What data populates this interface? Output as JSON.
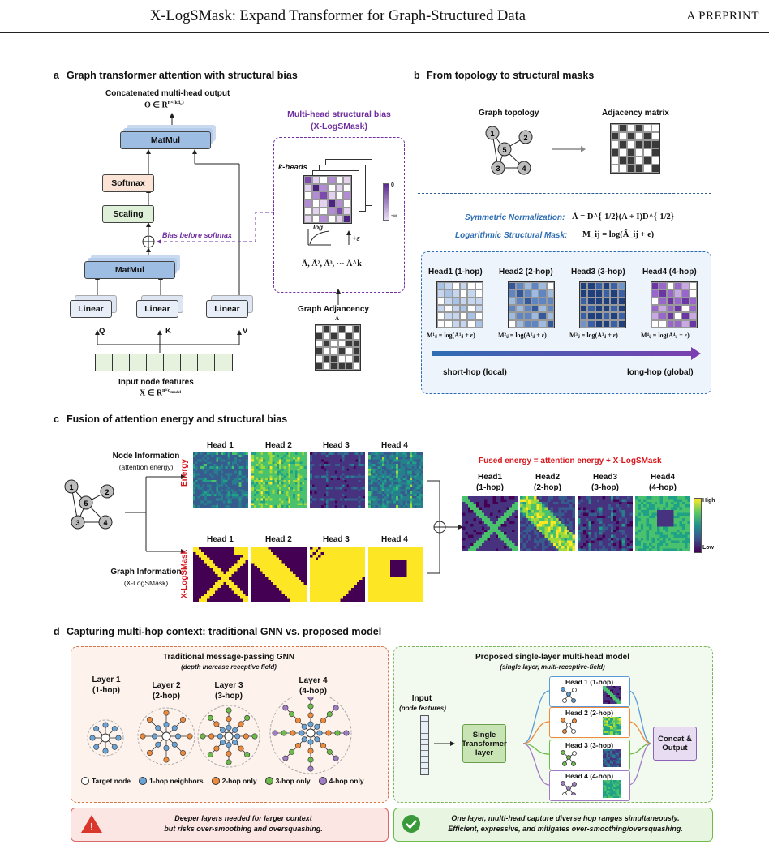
{
  "header": {
    "title": "X-LogSMask: Expand Transformer for Graph-Structured Data",
    "right": "A PREPRINT"
  },
  "panel_a": {
    "label": "a",
    "title": "Graph transformer attention with structural bias",
    "output_title": "Concatenated multi-head output",
    "output_formula": "O ∈ R",
    "output_sup": "n×(kd",
    "output_sup2": "v",
    "output_sup3": ")",
    "matmul_top": "MatMul",
    "softmax": "Softmax",
    "scaling": "Scaling",
    "matmul_bottom": "MatMul",
    "linear": "Linear",
    "q": "Q",
    "k": "K",
    "v": "V",
    "input_title": "Input node features",
    "input_formula": "X ∈ R",
    "input_sup": "n×d",
    "input_sup2": "model",
    "bias_title1": "Multi-head structural bias",
    "bias_title2": "(X-LogSMask)",
    "k_heads": "k-heads",
    "bias_note": "Bias before softmax",
    "log": "log",
    "eps": "+ε",
    "colorbar_top": "0",
    "colorbar_bottom": "-∞",
    "powers": "Ã, Ã², Ã³, ⋯ Ã^k",
    "adj_title": "Graph Adjancency",
    "adj_sym": "A"
  },
  "panel_b": {
    "label": "b",
    "title": "From topology to structural masks",
    "topology": "Graph topology",
    "adjacency": "Adjacency matrix",
    "nodes": [
      "1",
      "2",
      "5",
      "3",
      "4"
    ],
    "sym_norm_label": "Symmetric Normalization:",
    "sym_norm_formula": "Ã = D^{-1/2}(A + I)D^{-1/2}",
    "log_mask_label": "Logarithmic Structural Mask:",
    "log_mask_formula": "M_ij = log(Ã_ij + ϵ)",
    "heads": [
      {
        "title": "Head1 (1-hop)",
        "formula": "M¹ᵢⱼ = log(Ã¹ᵢⱼ + ε)"
      },
      {
        "title": "Head2 (2-hop)",
        "formula": "M²ᵢⱼ = log(Ã²ᵢⱼ + ε)"
      },
      {
        "title": "Head3 (3-hop)",
        "formula": "M³ᵢⱼ = log(Ã³ᵢⱼ + ε)"
      },
      {
        "title": "Head4 (4-hop)",
        "formula": "M⁴ᵢⱼ = log(Ã⁴ᵢⱼ + ε)"
      }
    ],
    "short_hop": "short-hop (local)",
    "long_hop": "long-hop (global)"
  },
  "panel_c": {
    "label": "c",
    "title": "Fusion of attention energy and structural bias",
    "node_info": "Node Information",
    "node_info_sub": "(attention energy)",
    "graph_info": "Graph Information",
    "graph_info_sub": "(X-LogSMask)",
    "energy": "Energy",
    "xlogsmask": "X-LogSMask",
    "heads": [
      "Head 1",
      "Head 2",
      "Head 3",
      "Head 4"
    ],
    "fused_title": "Fused energy = attention energy + X-LogSMask",
    "fused_heads": [
      [
        "Head1",
        "(1-hop)"
      ],
      [
        "Head2",
        "(2-hop)"
      ],
      [
        "Head3",
        "(3-hop)"
      ],
      [
        "Head4",
        "(4-hop)"
      ]
    ],
    "high": "High",
    "low": "Low",
    "nodes": [
      "1",
      "2",
      "5",
      "3",
      "4"
    ]
  },
  "panel_d": {
    "label": "d",
    "title": "Capturing multi-hop context: traditional GNN vs. proposed model",
    "left_title": "Traditional message-passing GNN",
    "left_sub": "(depth increase receptive field)",
    "layers": [
      [
        "Layer 1",
        "(1-hop)"
      ],
      [
        "Layer 2",
        "(2-hop)"
      ],
      [
        "Layer 3",
        "(3-hop)"
      ],
      [
        "Layer 4",
        "(4-hop)"
      ]
    ],
    "legend": [
      "Target node",
      "1-hop neighbors",
      "2-hop only",
      "3-hop only",
      "4-hop only"
    ],
    "legend_colors": [
      "#ffffff",
      "#6aa3d5",
      "#ee8a3c",
      "#6dbb4a",
      "#a07cc5"
    ],
    "right_title": "Proposed single-layer multi-head model",
    "right_sub": "(single layer, multi-receptive-field)",
    "input": "Input",
    "input_sub": "(node features)",
    "transformer": "Single Transformer layer",
    "right_heads": [
      "Head 1 (1-hop)",
      "Head 2 (2-hop)",
      "Head 3 (3-hop)",
      "Head 4 (4-hop)"
    ],
    "concat": "Concat & Output",
    "warn_text1": "Deeper layers needed for larger context",
    "warn_text2": "but risks over-smoothing and oversquashing.",
    "ok_text1": "One layer, multi-head capture diverse hop ranges simultaneously.",
    "ok_text2": "Efficient, expressive, and mitigates over-smoothing/oversquashing."
  }
}
